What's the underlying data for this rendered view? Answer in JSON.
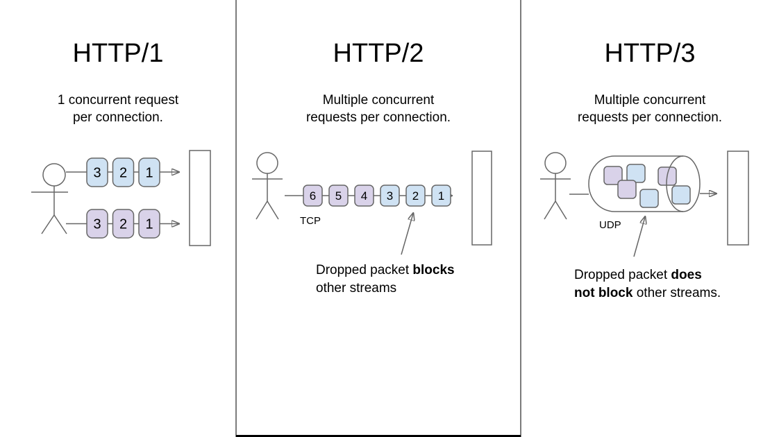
{
  "palette": {
    "blue": "#cfe2f3",
    "purple": "#d9d2e9",
    "stroke": "#666666",
    "divider": "#7b7b7b",
    "bottom_bar": "#000000"
  },
  "columns": {
    "http1": {
      "title": "HTTP/1",
      "subtitle_l1": "1 concurrent request",
      "subtitle_l2": "per connection.",
      "row1_packets": [
        "3",
        "2",
        "1"
      ],
      "row2_packets": [
        "3",
        "2",
        "1"
      ]
    },
    "http2": {
      "title": "HTTP/2",
      "subtitle_l1": "Multiple concurrent",
      "subtitle_l2": "requests per connection.",
      "packets": [
        "6",
        "5",
        "4",
        "3",
        "2",
        "1"
      ],
      "protocol_label": "TCP",
      "note_l1_pre": "Dropped packet ",
      "note_l1_bold": "blocks",
      "note_l2_post": "other streams"
    },
    "http3": {
      "title": "HTTP/3",
      "subtitle_l1": "Multiple concurrent",
      "subtitle_l2": "requests per connection.",
      "protocol_label": "UDP",
      "note_l1_pre": "Dropped packet ",
      "note_l1_bold": "does",
      "note_l2_bold": "not block",
      "note_l2_post": " other streams."
    }
  }
}
